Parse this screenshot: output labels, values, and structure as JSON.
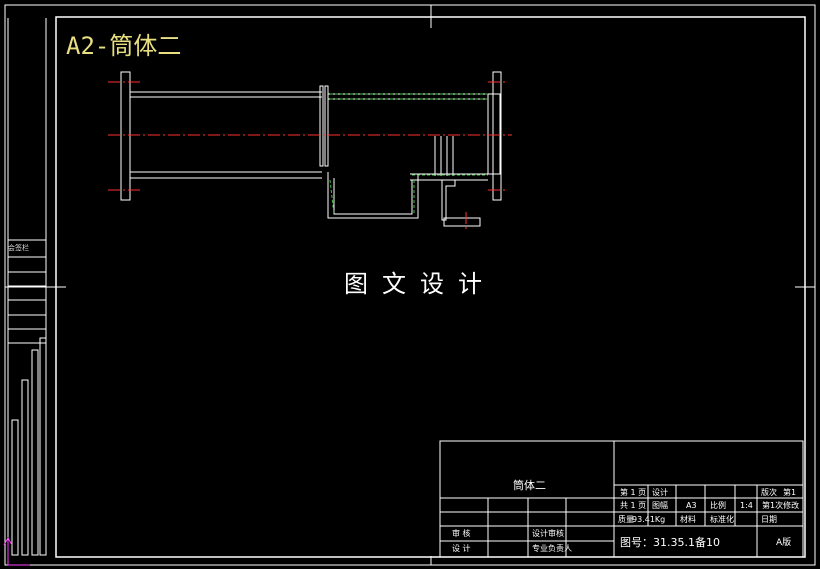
{
  "drawing_title": "A2-筒体二",
  "watermark": "图文设计",
  "side_label": "会签栏",
  "title_block": {
    "part_name": "筒体二",
    "sheet_no": "第 1 页",
    "sheet_total": "共 1 页",
    "design": "设计",
    "drawing_check": "图幅",
    "paper_size": "A3",
    "scale_label": "比例",
    "scale_value": "1:4",
    "edition_label": "版次",
    "edition_value": "第1",
    "weight_label": "质量",
    "weight_value": "93.41Kg",
    "material_label": "材料",
    "standard_label": "标准化",
    "date_label": "日期",
    "revision": "第1次修改",
    "review": "审 核",
    "review2": "设计审核",
    "approve": "设 计",
    "approve2": "专业负责人",
    "drawing_number": "图号：31.35.1备10",
    "a_label": "A版"
  },
  "colors": {
    "background": "#000000",
    "line": "#ffffff",
    "centerline": "#ff3030",
    "hatch": "#40c040",
    "title": "#e8df80",
    "frame_corner": "#ff40ff"
  }
}
